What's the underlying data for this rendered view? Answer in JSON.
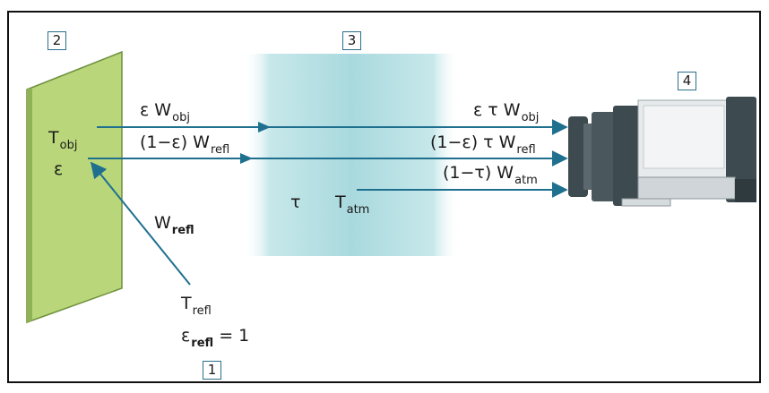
{
  "boxes": {
    "b1": "1",
    "b2": "2",
    "b3": "3",
    "b4": "4"
  },
  "labels": {
    "t_obj": {
      "main": "T",
      "sub": "obj"
    },
    "epsilon": "ε",
    "beam1_left": {
      "main": "ε W",
      "sub": "obj"
    },
    "beam2_left": {
      "main": "(1−ε) W",
      "sub": "refl"
    },
    "beam1_right": {
      "main": "ε τ W",
      "sub": "obj"
    },
    "beam2_right": {
      "main": "(1−ε) τ W",
      "sub": "refl"
    },
    "beam3_right": {
      "main": "(1−τ) W",
      "sub": "atm"
    },
    "tau": "τ",
    "t_atm": {
      "main": "T",
      "sub": "atm"
    },
    "w_refl": {
      "main": "W",
      "sub": "refl"
    },
    "t_refl": {
      "main": "T",
      "sub": "refl"
    },
    "eps_refl": {
      "main": "ε",
      "sub": "refl",
      "suffix": " = 1"
    }
  },
  "colors": {
    "frame": "#111111",
    "object_fill": "#b9d77a",
    "object_edge": "#7fa34a",
    "beam": "#1f6f8f",
    "atmosphere": "#bfe3e6",
    "camera_dark": "#3d4a4f",
    "camera_light": "#e6eaec"
  }
}
